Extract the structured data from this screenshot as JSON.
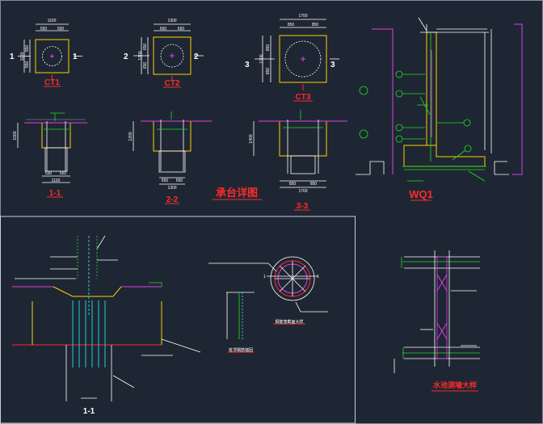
{
  "labels": {
    "ct1": "CT1",
    "ct2": "CT2",
    "ct3": "CT3",
    "cap_detail_title": "承台详图",
    "wq1": "WQ1",
    "sec_1_1": "1-1",
    "sec_2_2": "2-2",
    "sec_3_3": "3-3",
    "sec_1_1_big": "1-1",
    "pool_detail": "水池测墙大样",
    "mark_1": "1",
    "mark_2": "2",
    "mark_3": "3",
    "ring_caption": "钢筋笼截面大样",
    "rebar_caption": "桩顶钢筋锚固",
    "ring_mark_l": "1",
    "ring_mark_r": "1"
  },
  "dims": {
    "ct1_w": "1100",
    "ct1_a": "550",
    "ct1_b": "550",
    "ct1_h": "1100",
    "ct1_c": "550",
    "ct1_d": "550",
    "ct2_w": "1300",
    "ct2_a": "650",
    "ct2_b": "650",
    "ct2_h": "1300",
    "ct2_c": "650",
    "ct2_d": "650",
    "ct3_w": "1700",
    "ct3_a": "850",
    "ct3_b": "850",
    "ct3_h": "1700",
    "ct3_c": "850",
    "ct3_d": "850",
    "s11_h": "1000",
    "s11_a": "550",
    "s11_b": "550",
    "s11_w": "1100",
    "s22_h": "1200",
    "s22_a": "650",
    "s22_b": "650",
    "s22_w": "1300",
    "s33_h": "1400",
    "s33_a": "850",
    "s33_b": "850",
    "s33_w": "1700"
  },
  "colors": {
    "background": "#1e2633",
    "concrete": "#ffd000",
    "rebar": "#ffffff",
    "leader": "#22dd22",
    "wall": "#e040e0",
    "pile": "#22d0d0",
    "accent": "#ff2a2a"
  }
}
